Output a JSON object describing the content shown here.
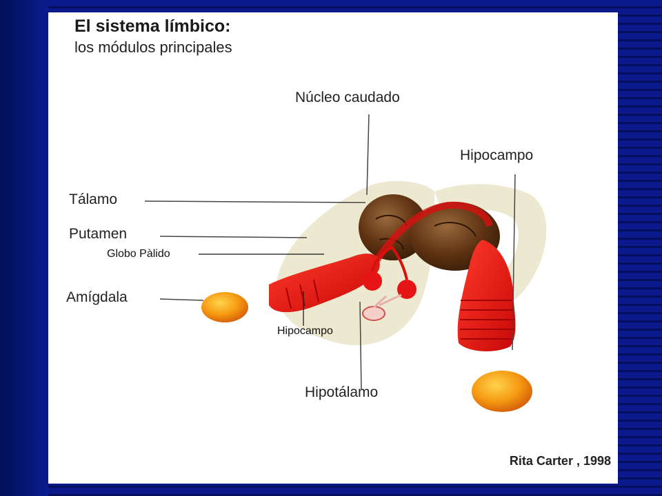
{
  "title": "El sistema límbico:",
  "subtitle": "los módulos principales",
  "labels": {
    "nucleo_caudado": "Núcleo caudado",
    "hipocampo_right": "Hipocampo",
    "talamo": "Tálamo",
    "putamen": "Putamen",
    "globo_palido": "Globo Pàlido",
    "amigdala": "Amígdala",
    "hipocampo_small": "Hipocampo",
    "hipotalamo": "Hipotálamo"
  },
  "credit": "Rita Carter , 1998",
  "colors": {
    "background_blue": "#0a1a8a",
    "red_structures": "#e01010",
    "brown_thalamus": "#6b3a14",
    "orange_amygdala": "#f08a10",
    "cream_caudate": "#ece6cc"
  }
}
